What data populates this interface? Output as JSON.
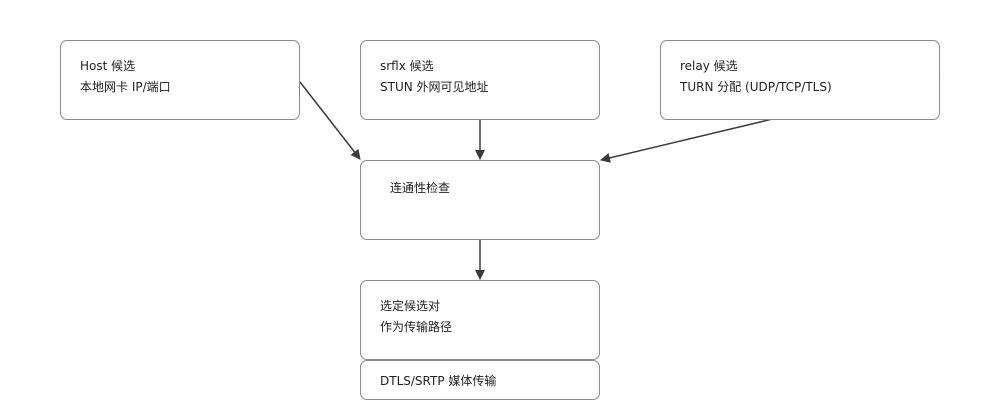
{
  "nodes": {
    "host": {
      "title": "Host 候选",
      "desc": "本地网卡 IP/端口"
    },
    "srflx": {
      "title": "srflx 候选",
      "desc": "STUN 外网可见地址"
    },
    "relay": {
      "title": "relay 候选",
      "desc": "TURN 分配 (UDP/TCP/TLS)"
    },
    "check": {
      "title": "连通性检查"
    },
    "selected": {
      "title": "选定候选对",
      "desc": "作为传输路径"
    },
    "media": {
      "title": "DTLS/SRTP 媒体传输"
    }
  },
  "colors": {
    "edge": "#3a3a3a",
    "border": "#8c8c8c",
    "text": "#222222"
  }
}
